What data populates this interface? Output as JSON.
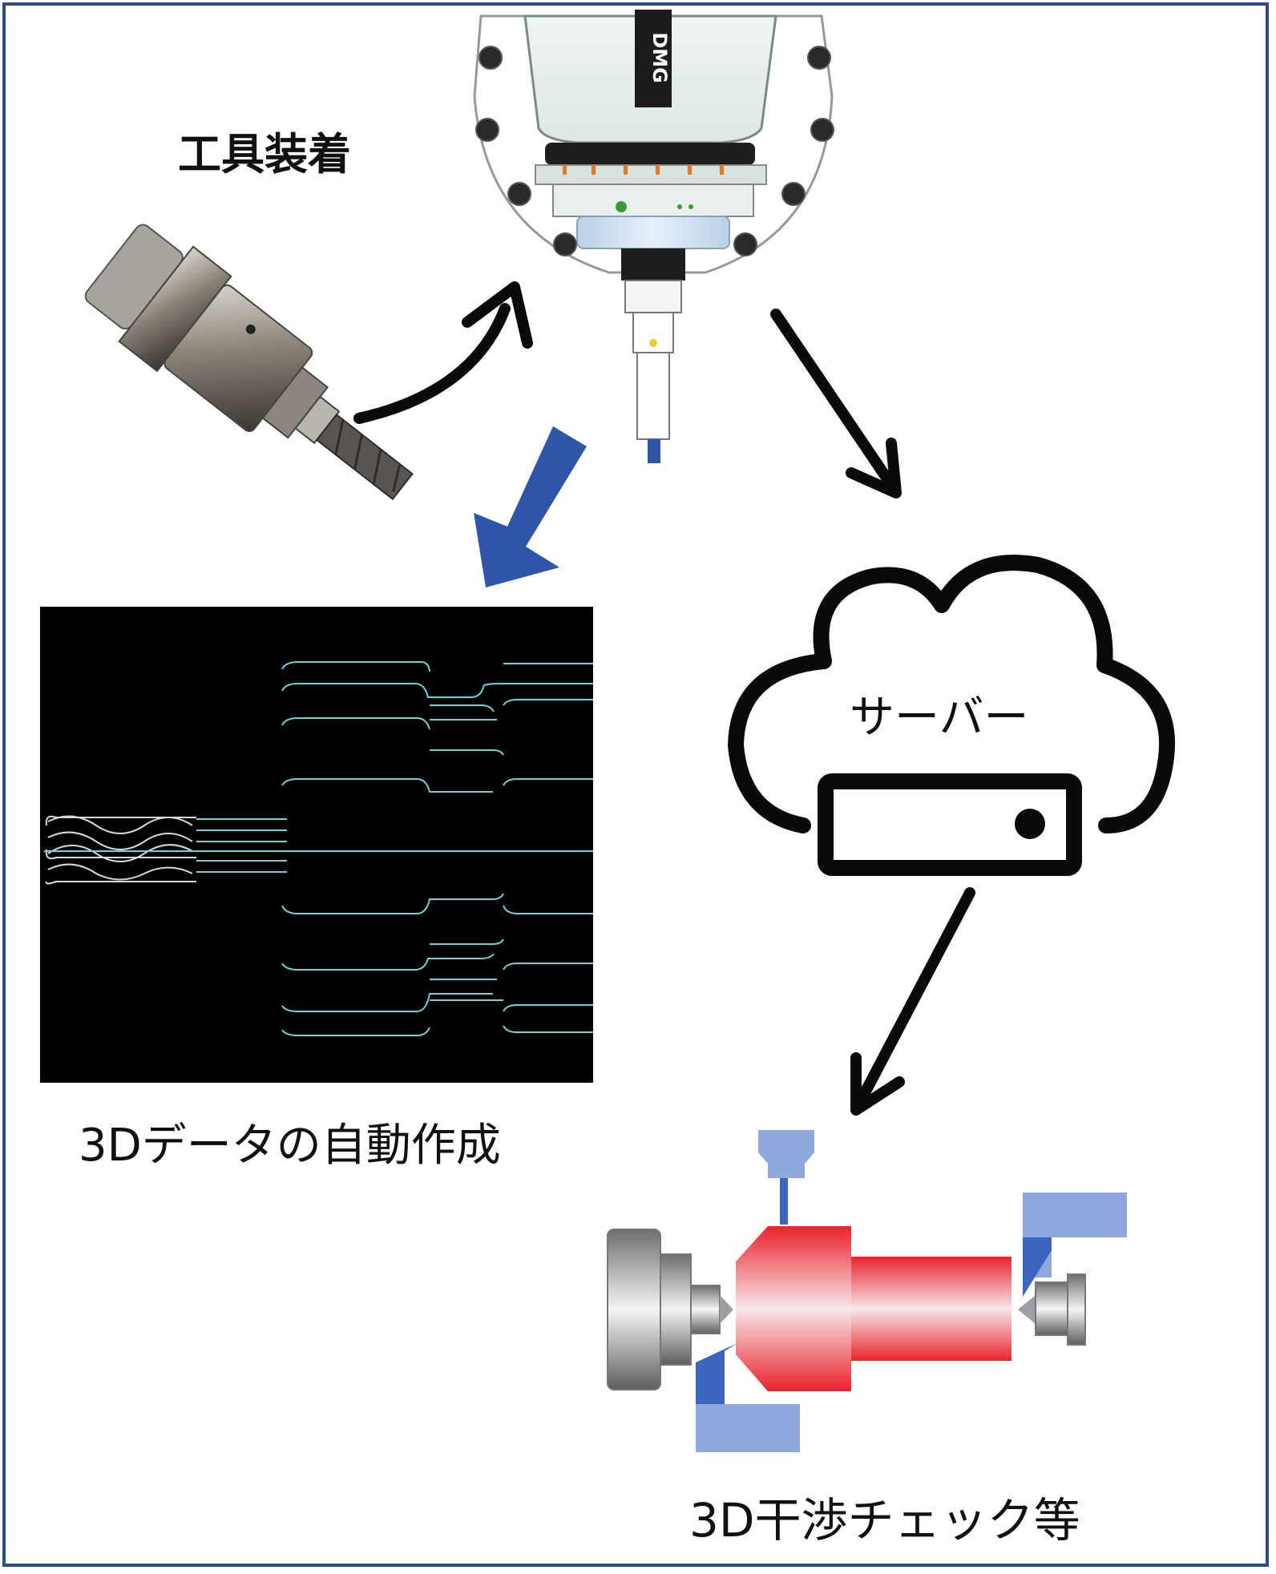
{
  "labels": {
    "tool_mounting": "工具装着",
    "auto_3d": "3Dデータの自動作成",
    "server": "サーバー",
    "check_3d": "3D干渉チェック等"
  },
  "spindle": {
    "brand_mark": "DMG"
  },
  "colors": {
    "frame": "#2e4a8e",
    "blue_arrow": "#2f55a8",
    "black_arrow": "#0a0a0a",
    "scan_line": "#6fd3d6",
    "workpiece_red": "#e8232d",
    "jaw_blue": "#3a66c0",
    "jaw_light": "#8fa9dc"
  },
  "icons": [
    "tool-holder-icon",
    "spindle-head-icon",
    "cloud-server-icon",
    "interference-check-icon"
  ]
}
